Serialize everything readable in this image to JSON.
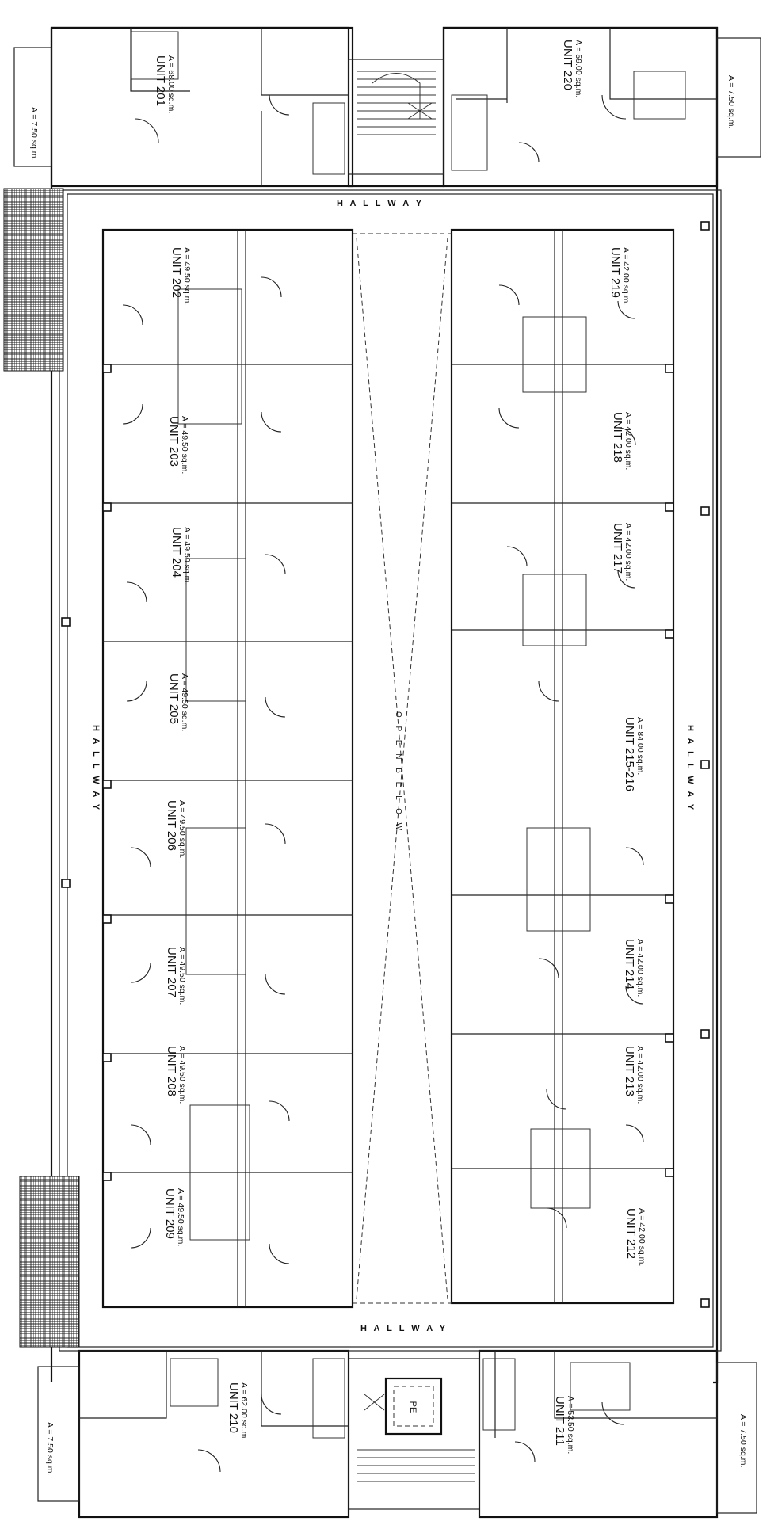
{
  "hallway_label": "H A L L W A Y",
  "open_below_label": "O P E N   B E L O W",
  "stair_labels": [
    "PE"
  ],
  "units": [
    {
      "id": "201",
      "name": "UNIT 201",
      "area": "A = 68.00 sq.m."
    },
    {
      "id": "201-balcony",
      "name": "",
      "area": "A = 7.50 sq.m."
    },
    {
      "id": "220",
      "name": "UNIT 220",
      "area": "A = 59.00 sq.m."
    },
    {
      "id": "220-balcony",
      "name": "",
      "area": "A = 7.50 sq.m."
    },
    {
      "id": "202",
      "name": "UNIT 202",
      "area": "A = 49.50 sq.m."
    },
    {
      "id": "203",
      "name": "UNIT 203",
      "area": "A = 49.50 sq.m."
    },
    {
      "id": "204",
      "name": "UNIT 204",
      "area": "A = 49.50 sq.m."
    },
    {
      "id": "205",
      "name": "UNIT 205",
      "area": "A = 49.50 sq.m."
    },
    {
      "id": "206",
      "name": "UNIT 206",
      "area": "A = 49.50 sq.m."
    },
    {
      "id": "207",
      "name": "UNIT 207",
      "area": "A = 49.50 sq.m."
    },
    {
      "id": "208",
      "name": "UNIT 208",
      "area": "A = 49.50 sq.m."
    },
    {
      "id": "209",
      "name": "UNIT 209",
      "area": "A = 49.50 sq.m."
    },
    {
      "id": "219",
      "name": "UNIT 219",
      "area": "A = 42.00 sq.m."
    },
    {
      "id": "218",
      "name": "UNIT 218",
      "area": "A = 42.00 sq.m."
    },
    {
      "id": "217",
      "name": "UNIT 217",
      "area": "A = 42.00 sq.m."
    },
    {
      "id": "215-216",
      "name": "UNIT 215-216",
      "area": "A = 84.00 sq.m."
    },
    {
      "id": "214",
      "name": "UNIT 214",
      "area": "A = 42.00 sq.m."
    },
    {
      "id": "213",
      "name": "UNIT 213",
      "area": "A = 42.00 sq.m."
    },
    {
      "id": "212",
      "name": "UNIT 212",
      "area": "A = 42.00 sq.m."
    },
    {
      "id": "210",
      "name": "UNIT 210",
      "area": "A = 62.00 sq.m."
    },
    {
      "id": "210-balcony",
      "name": "",
      "area": "A = 7.50 sq.m."
    },
    {
      "id": "211",
      "name": "UNIT 211",
      "area": "A = 53.50 sq.m."
    },
    {
      "id": "211-balcony",
      "name": "",
      "area": "A = 7.50 sq.m."
    }
  ]
}
